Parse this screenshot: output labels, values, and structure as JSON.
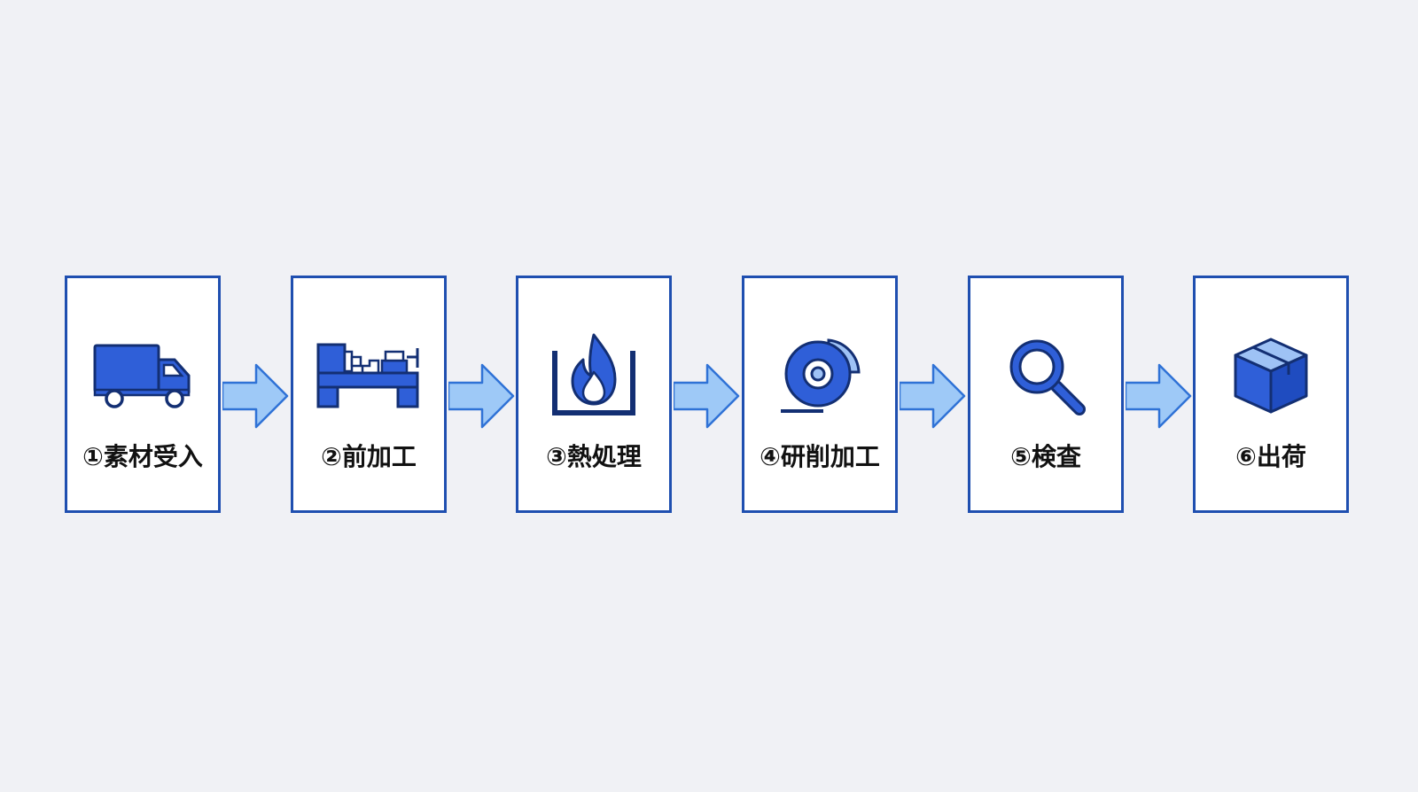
{
  "colors": {
    "background": "#f0f1f5",
    "box_border": "#1f4fb0",
    "icon_fill": "#2f5fd8",
    "icon_outline": "#132f73",
    "icon_light": "#9ec2f5",
    "arrow_fill": "#9ec9f7",
    "arrow_stroke": "#2f72d6"
  },
  "steps": [
    {
      "label": "①素材受入",
      "icon": "truck-icon"
    },
    {
      "label": "②前加工",
      "icon": "lathe-icon"
    },
    {
      "label": "③熱処理",
      "icon": "furnace-flame-icon"
    },
    {
      "label": "④研削加工",
      "icon": "grinding-wheel-icon"
    },
    {
      "label": "⑤検査",
      "icon": "magnifier-icon"
    },
    {
      "label": "⑥出荷",
      "icon": "box-icon"
    }
  ]
}
